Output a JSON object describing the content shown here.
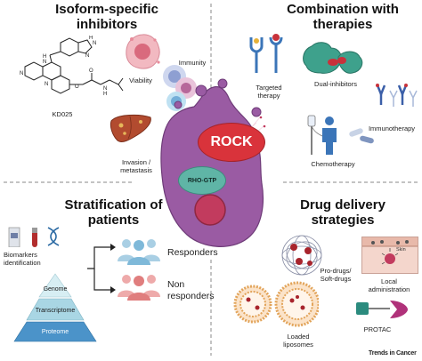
{
  "colors": {
    "cell": "#9a5ba3",
    "cell_dark": "#6e3b78",
    "rock": "#d9333b",
    "rho": "#5fb5a6",
    "nucleus": "#c23b5e",
    "responders": "#7fb9d9",
    "non_responders": "#e07e7e",
    "pyramid_top": "#d7eef3",
    "pyramid_mid": "#a9d6e4",
    "pyramid_bottom": "#4b93c9"
  },
  "quadrants": {
    "top_left": {
      "title": "Isoform-specific\ninhibitors",
      "compound_label": "KD025",
      "viability_label": "Viability",
      "immunity_label": "Immunity",
      "invasion_label": "Invasion /\nmetastasis"
    },
    "top_right": {
      "title": "Combination with\ntherapies",
      "targeted_label": "Targeted\ntherapy",
      "dual_label": "Dual-inhibitors",
      "immuno_label": "Immunotherapy",
      "chemo_label": "Chemotherapy"
    },
    "bottom_left": {
      "title": "Stratification of\npatients",
      "biomarkers_label": "Biomarkers\nidentification",
      "responders_label": "Responders",
      "non_responders_label": "Non\nresponders",
      "pyramid": [
        "Genome",
        "Transcriptome",
        "Proteome"
      ]
    },
    "bottom_right": {
      "title": "Drug delivery\nstrategies",
      "prodrugs_label": "Pro-drugs/\nSoft-drugs",
      "local_label": "Local\nadministration",
      "skin_label": "Skin",
      "liposomes_label": "Loaded\nliposomes",
      "protac_label": "PROTAC"
    }
  },
  "center": {
    "rock_label": "ROCK",
    "rho_label": "RHO-GTP"
  },
  "footer": {
    "credit": "Trends in Cancer"
  }
}
